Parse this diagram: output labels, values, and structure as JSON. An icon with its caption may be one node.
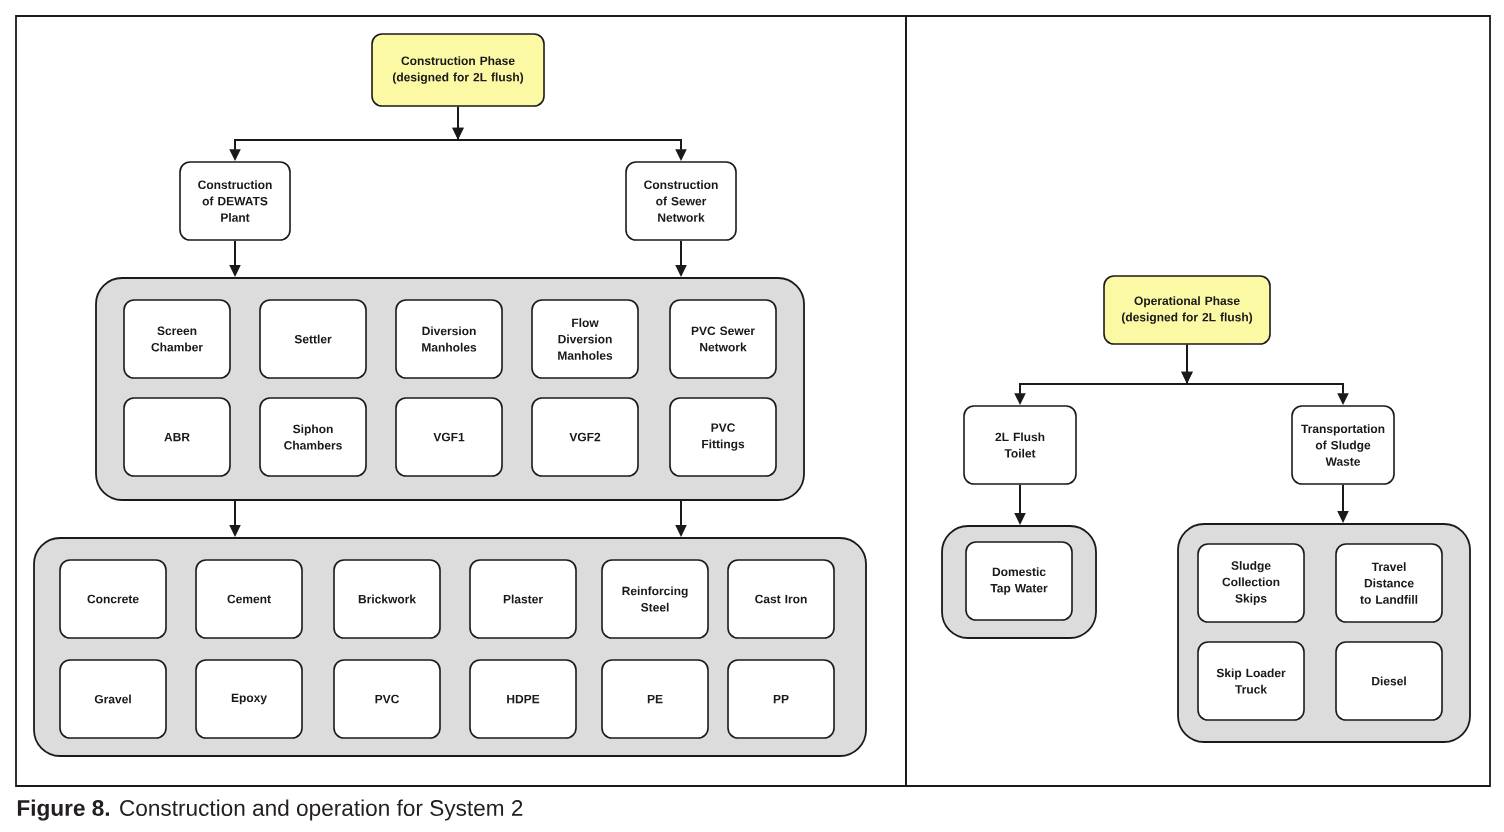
{
  "diagram": {
    "caption": "**Figure 8.** Construction and operation for System 2",
    "nodes": [
      {
        "text": [
          "Construction Phase (designed for 2L flush)"
        ]
      },
      {
        "text": [
          "Construction of DEWATS Plant"
        ]
      },
      {
        "text": [
          "Construction of Sewer Network"
        ]
      },
      {
        "text": [],
        "shape": "box"
      },
      {
        "text": [
          "Screen Chamber"
        ],
        "in": 3
      },
      {
        "text": [
          "Settler"
        ],
        "in": 3
      },
      {
        "text": [
          "Diversion Manholes"
        ],
        "in": 3
      },
      {
        "text": [
          "Flow Diversion Manholes"
        ],
        "in": 3
      },
      {
        "text": [
          "PVC Sewer Network"
        ],
        "in": 3
      },
      {
        "text": [
          "ABR"
        ],
        "in": 3
      },
      {
        "text": [
          "Siphon Chambers"
        ],
        "in": 3
      },
      {
        "text": [
          "VGF1"
        ],
        "in": 3
      },
      {
        "text": [
          "VGF2"
        ],
        "in": 3
      },
      {
        "text": [
          "PVC Fittings"
        ],
        "in": 3
      },
      {
        "text": [],
        "shape": "box"
      },
      {
        "text": [
          "Concrete"
        ],
        "in": 14
      },
      {
        "text": [
          "Cement"
        ],
        "in": 14
      },
      {
        "text": [
          "Brickwork"
        ],
        "in": 14
      },
      {
        "text": [
          "Plaster"
        ],
        "in": 14
      },
      {
        "text": [
          "Reinforcing Steel"
        ],
        "in": 14
      },
      {
        "text": [
          "Cast Iron"
        ],
        "in": 14
      },
      {
        "text": [
          "Gravel"
        ],
        "in": 14
      },
      {
        "text": [
          "Epoxy"
        ],
        "in": 14
      },
      {
        "text": [
          "PVC"
        ],
        "in": 14
      },
      {
        "text": [
          "HDPE"
        ],
        "in": 14
      },
      {
        "text": [
          "PE"
        ],
        "in": 14
      },
      {
        "text": [
          "PP"
        ],
        "in": 14
      },
      {
        "text": [
          "Operational Phase (designed for 2L flush)"
        ]
      },
      {
        "text": [
          "2L Flush Toilet"
        ]
      },
      {
        "text": [
          "Transportation of Sludge Waste"
        ]
      },
      {
        "text": [],
        "shape": "box"
      },
      {
        "text": [
          "Domestic Tap Water"
        ],
        "in": 30
      },
      {
        "text": [],
        "shape": "box"
      },
      {
        "text": [
          "Sludge Collection Skips"
        ],
        "in": 32
      },
      {
        "text": [
          "Travel Distance to Landfill"
        ],
        "in": 32
      },
      {
        "text": [
          "Skip Loader Truck"
        ],
        "in": 32
      },
      {
        "text": [
          "Diesel"
        ],
        "in": 32
      }
    ],
    "edges": [
      {
        "from": 0,
        "to": 1,
        "arrow": "to"
      },
      {
        "from": 0,
        "to": 2,
        "arrow": "to"
      },
      {
        "from": 1,
        "to": 3,
        "arrow": "to"
      },
      {
        "from": 2,
        "to": 3,
        "arrow": "to"
      },
      {
        "from": 3,
        "to": 14,
        "arrow": "to"
      },
      {
        "from": 3,
        "to": 14,
        "arrow": "to"
      },
      {
        "from": 27,
        "to": 28,
        "arrow": "to"
      },
      {
        "from": 27,
        "to": 29,
        "arrow": "to"
      },
      {
        "from": 28,
        "to": 30,
        "arrow": "to"
      },
      {
        "from": 29,
        "to": 32,
        "arrow": "to"
      }
    ]
  }
}
